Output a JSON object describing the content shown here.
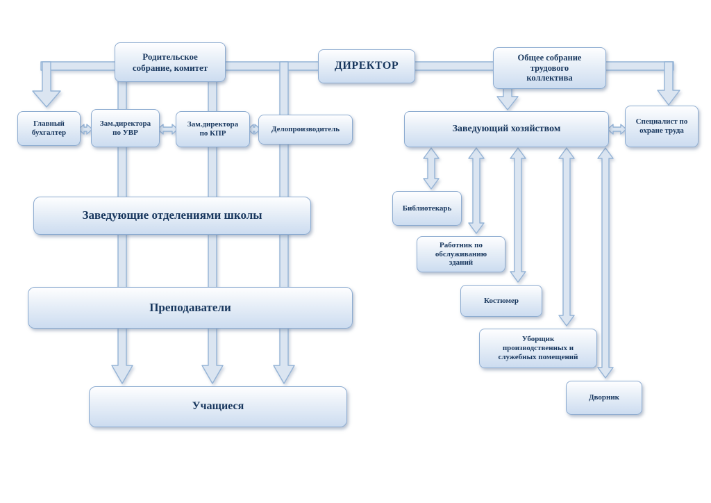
{
  "colors": {
    "background": "#ffffff",
    "box_border": "#8cabd0",
    "box_fill_top": "#fefeff",
    "box_fill_bottom": "#ccdcf0",
    "text": "#17365d",
    "arrow_fill": "#dbe5f1",
    "arrow_stroke": "#94b3d6"
  },
  "nodes": {
    "parent_committee": {
      "label": "Родительское собрание, комитет"
    },
    "director": {
      "label": "ДИРЕКТОР"
    },
    "general_meeting": {
      "label": "Общее собрание трудового коллектива"
    },
    "chief_accountant": {
      "label": "Главный бухгалтер"
    },
    "deputy_uvr": {
      "label": "Зам.директора по УВР"
    },
    "deputy_kpr": {
      "label": "Зам.директора по КПР"
    },
    "clerk": {
      "label": "Делопроизводитель"
    },
    "facilities_manager": {
      "label": "Заведующий хозяйством"
    },
    "safety_specialist": {
      "label": "Специалист по охране труда"
    },
    "department_heads": {
      "label": "Заведующие отделениями школы"
    },
    "teachers": {
      "label": "Преподаватели"
    },
    "students": {
      "label": "Учащиеся"
    },
    "librarian": {
      "label": "Библиотекарь"
    },
    "building_worker": {
      "label": "Работник по обслуживанию зданий"
    },
    "costumer": {
      "label": "Костюмер"
    },
    "cleaner": {
      "label": "Уборщик производственных и служебных помещений"
    },
    "janitor": {
      "label": "Дворник"
    }
  }
}
